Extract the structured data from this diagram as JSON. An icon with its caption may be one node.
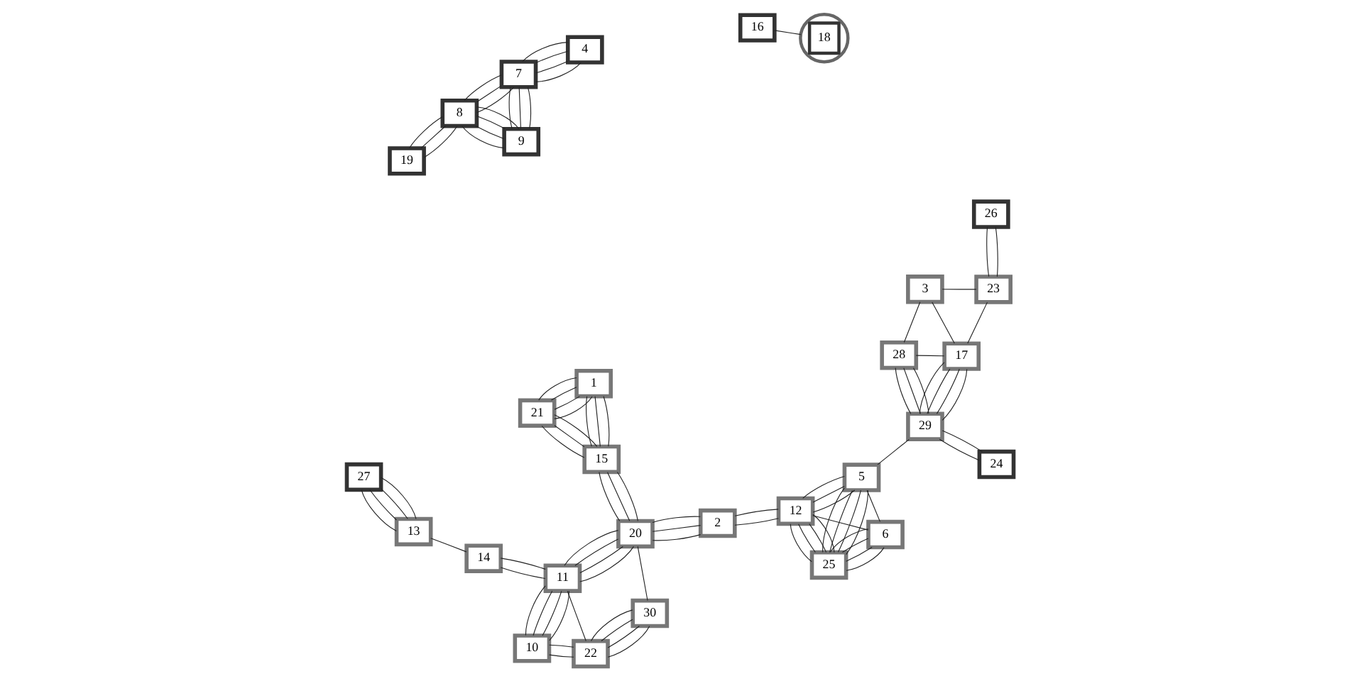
{
  "diagram": {
    "nodes": [
      {
        "text": [
          "21"
        ]
      },
      {
        "text": [
          "26"
        ]
      },
      {
        "text": [
          "30"
        ]
      },
      {
        "text": [
          "15"
        ]
      },
      {
        "text": [
          "1"
        ]
      },
      {
        "text": [
          "23"
        ]
      },
      {
        "text": [
          "22"
        ]
      },
      {
        "text": [
          "10"
        ]
      },
      {
        "text": [
          "11"
        ]
      },
      {
        "text": [
          "20"
        ]
      },
      {
        "text": [
          "2"
        ]
      },
      {
        "text": [
          "12"
        ]
      },
      {
        "text": [
          "5"
        ]
      },
      {
        "text": [
          "29"
        ]
      },
      {
        "text": [
          "17"
        ]
      },
      {
        "text": [
          "3"
        ]
      },
      {
        "text": [
          "25"
        ]
      },
      {
        "text": [
          "14"
        ]
      },
      {
        "text": [
          "24"
        ]
      },
      {
        "text": [
          "28"
        ]
      },
      {
        "text": [
          "6"
        ]
      },
      {
        "text": [
          "13"
        ]
      },
      {
        "text": [
          "9"
        ]
      },
      {
        "text": [
          "27"
        ]
      },
      {
        "text": [
          "16"
        ]
      },
      {
        "text": [
          "18"
        ]
      },
      {
        "text": [
          "19"
        ]
      },
      {
        "text": [
          "8"
        ]
      },
      {
        "text": [
          "7"
        ]
      },
      {
        "text": [
          "4"
        ]
      }
    ],
    "edges": [
      {
        "from": 0,
        "to": 4,
        "arrow": "none"
      },
      {
        "from": 0,
        "to": 4,
        "arrow": "none"
      },
      {
        "from": 0,
        "to": 4,
        "arrow": "none"
      },
      {
        "from": 0,
        "to": 4,
        "arrow": "none"
      },
      {
        "from": 0,
        "to": 3,
        "arrow": "none"
      },
      {
        "from": 0,
        "to": 3,
        "arrow": "none"
      },
      {
        "from": 0,
        "to": 3,
        "arrow": "none"
      },
      {
        "from": 3,
        "to": 4,
        "arrow": "none"
      },
      {
        "from": 3,
        "to": 4,
        "arrow": "none"
      },
      {
        "from": 3,
        "to": 4,
        "arrow": "none"
      },
      {
        "from": 2,
        "to": 6,
        "arrow": "none"
      },
      {
        "from": 2,
        "to": 6,
        "arrow": "none"
      },
      {
        "from": 2,
        "to": 6,
        "arrow": "none"
      },
      {
        "from": 2,
        "to": 6,
        "arrow": "none"
      },
      {
        "from": 2,
        "to": 9,
        "arrow": "none"
      },
      {
        "from": 6,
        "to": 7,
        "arrow": "none"
      },
      {
        "from": 6,
        "to": 7,
        "arrow": "none"
      },
      {
        "from": 6,
        "to": 8,
        "arrow": "none"
      },
      {
        "from": 7,
        "to": 8,
        "arrow": "none"
      },
      {
        "from": 7,
        "to": 8,
        "arrow": "none"
      },
      {
        "from": 7,
        "to": 8,
        "arrow": "none"
      },
      {
        "from": 7,
        "to": 8,
        "arrow": "none"
      },
      {
        "from": 8,
        "to": 9,
        "arrow": "none"
      },
      {
        "from": 8,
        "to": 9,
        "arrow": "none"
      },
      {
        "from": 8,
        "to": 9,
        "arrow": "none"
      },
      {
        "from": 8,
        "to": 9,
        "arrow": "none"
      },
      {
        "from": 3,
        "to": 9,
        "arrow": "none"
      },
      {
        "from": 3,
        "to": 9,
        "arrow": "none"
      },
      {
        "from": 3,
        "to": 9,
        "arrow": "none"
      },
      {
        "from": 9,
        "to": 10,
        "arrow": "none"
      },
      {
        "from": 9,
        "to": 10,
        "arrow": "none"
      },
      {
        "from": 9,
        "to": 10,
        "arrow": "none"
      },
      {
        "from": 10,
        "to": 11,
        "arrow": "none"
      },
      {
        "from": 10,
        "to": 11,
        "arrow": "none"
      },
      {
        "from": 8,
        "to": 17,
        "arrow": "none"
      },
      {
        "from": 8,
        "to": 17,
        "arrow": "none"
      },
      {
        "from": 17,
        "to": 21,
        "arrow": "none"
      },
      {
        "from": 21,
        "to": 23,
        "arrow": "none"
      },
      {
        "from": 21,
        "to": 23,
        "arrow": "none"
      },
      {
        "from": 21,
        "to": 23,
        "arrow": "none"
      },
      {
        "from": 21,
        "to": 23,
        "arrow": "none"
      },
      {
        "from": 24,
        "to": 25,
        "arrow": "none"
      },
      {
        "from": 11,
        "to": 12,
        "arrow": "none"
      },
      {
        "from": 11,
        "to": 12,
        "arrow": "none"
      },
      {
        "from": 11,
        "to": 12,
        "arrow": "none"
      },
      {
        "from": 11,
        "to": 16,
        "arrow": "none"
      },
      {
        "from": 11,
        "to": 16,
        "arrow": "none"
      },
      {
        "from": 11,
        "to": 16,
        "arrow": "none"
      },
      {
        "from": 11,
        "to": 16,
        "arrow": "none"
      },
      {
        "from": 12,
        "to": 16,
        "arrow": "none"
      },
      {
        "from": 12,
        "to": 16,
        "arrow": "none"
      },
      {
        "from": 12,
        "to": 16,
        "arrow": "none"
      },
      {
        "from": 12,
        "to": 16,
        "arrow": "none"
      },
      {
        "from": 11,
        "to": 20,
        "arrow": "none"
      },
      {
        "from": 16,
        "to": 20,
        "arrow": "none"
      },
      {
        "from": 16,
        "to": 20,
        "arrow": "none"
      },
      {
        "from": 16,
        "to": 20,
        "arrow": "none"
      },
      {
        "from": 16,
        "to": 20,
        "arrow": "none"
      },
      {
        "from": 12,
        "to": 20,
        "arrow": "none"
      },
      {
        "from": 12,
        "to": 13,
        "arrow": "none"
      },
      {
        "from": 13,
        "to": 14,
        "arrow": "none"
      },
      {
        "from": 13,
        "to": 14,
        "arrow": "none"
      },
      {
        "from": 13,
        "to": 14,
        "arrow": "none"
      },
      {
        "from": 13,
        "to": 14,
        "arrow": "none"
      },
      {
        "from": 13,
        "to": 18,
        "arrow": "none"
      },
      {
        "from": 13,
        "to": 18,
        "arrow": "none"
      },
      {
        "from": 13,
        "to": 19,
        "arrow": "none"
      },
      {
        "from": 13,
        "to": 19,
        "arrow": "none"
      },
      {
        "from": 13,
        "to": 19,
        "arrow": "none"
      },
      {
        "from": 14,
        "to": 15,
        "arrow": "none"
      },
      {
        "from": 5,
        "to": 14,
        "arrow": "none"
      },
      {
        "from": 5,
        "to": 15,
        "arrow": "none"
      },
      {
        "from": 1,
        "to": 5,
        "arrow": "none"
      },
      {
        "from": 1,
        "to": 5,
        "arrow": "none"
      },
      {
        "from": 14,
        "to": 19,
        "arrow": "none"
      },
      {
        "from": 15,
        "to": 19,
        "arrow": "none"
      },
      {
        "from": 22,
        "to": 27,
        "arrow": "none"
      },
      {
        "from": 22,
        "to": 27,
        "arrow": "none"
      },
      {
        "from": 22,
        "to": 27,
        "arrow": "none"
      },
      {
        "from": 22,
        "to": 27,
        "arrow": "none"
      },
      {
        "from": 22,
        "to": 28,
        "arrow": "none"
      },
      {
        "from": 22,
        "to": 28,
        "arrow": "none"
      },
      {
        "from": 22,
        "to": 28,
        "arrow": "none"
      },
      {
        "from": 26,
        "to": 27,
        "arrow": "none"
      },
      {
        "from": 26,
        "to": 27,
        "arrow": "none"
      },
      {
        "from": 26,
        "to": 27,
        "arrow": "none"
      },
      {
        "from": 27,
        "to": 28,
        "arrow": "none"
      },
      {
        "from": 27,
        "to": 28,
        "arrow": "none"
      },
      {
        "from": 27,
        "to": 28,
        "arrow": "none"
      },
      {
        "from": 28,
        "to": 29,
        "arrow": "none"
      },
      {
        "from": 28,
        "to": 29,
        "arrow": "none"
      },
      {
        "from": 28,
        "to": 29,
        "arrow": "none"
      },
      {
        "from": 28,
        "to": 29,
        "arrow": "none"
      }
    ]
  }
}
